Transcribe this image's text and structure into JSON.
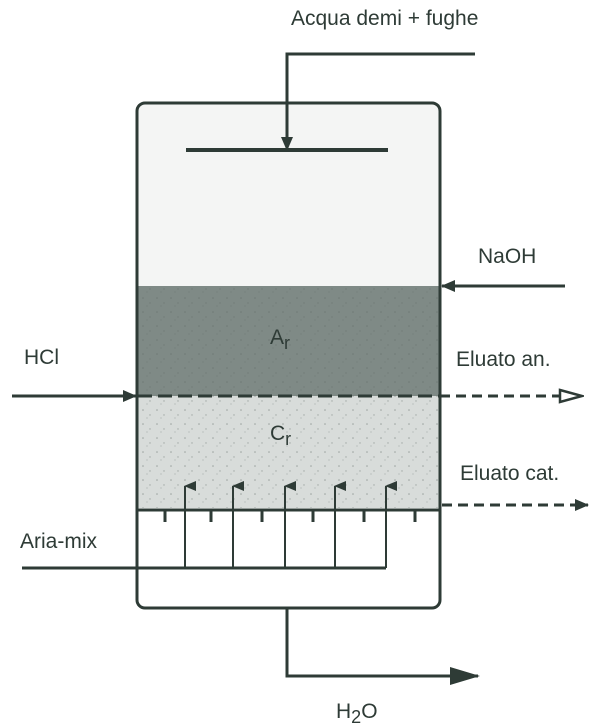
{
  "labels": {
    "inlet_top": "Acqua demi + fughe",
    "naoh": "NaOH",
    "hcl": "HCl",
    "eluato_an": "Eluato an.",
    "eluato_cat": "Eluato cat.",
    "aria_mix": "Aria-mix",
    "h2o_main": "H",
    "h2o_sub": "2",
    "h2o_tail": "O",
    "anion_main": "A",
    "anion_sub": "r",
    "cation_main": "C",
    "cation_sub": "r"
  },
  "colors": {
    "line": "#2e3b36",
    "anion_resin": "#7f8a86",
    "cation_resin": "#d8dcda",
    "water": "#f4f5f4"
  }
}
